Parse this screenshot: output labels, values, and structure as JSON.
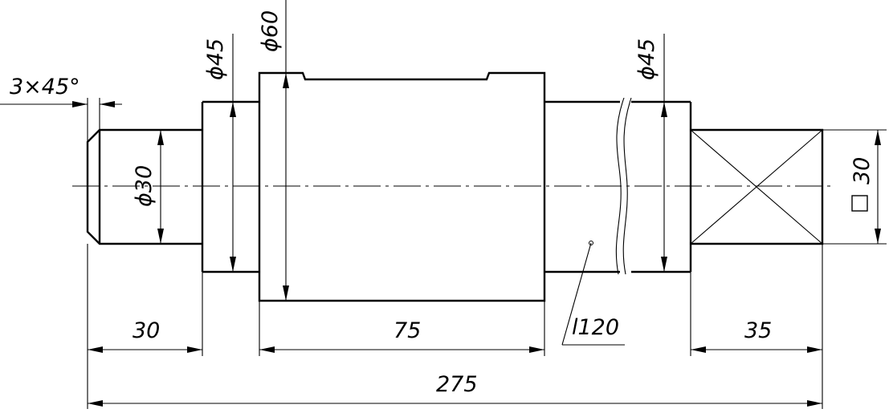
{
  "dimensions": {
    "chamfer": "3×45°",
    "dia_end": "ϕ30",
    "dia_left_shoulder": "ϕ45",
    "dia_main": "ϕ60",
    "dia_right_shoulder": "ϕ45",
    "square": "30",
    "len_left": "30",
    "len_main": "75",
    "len_break": "l120",
    "len_right": "35",
    "len_total": "275"
  }
}
